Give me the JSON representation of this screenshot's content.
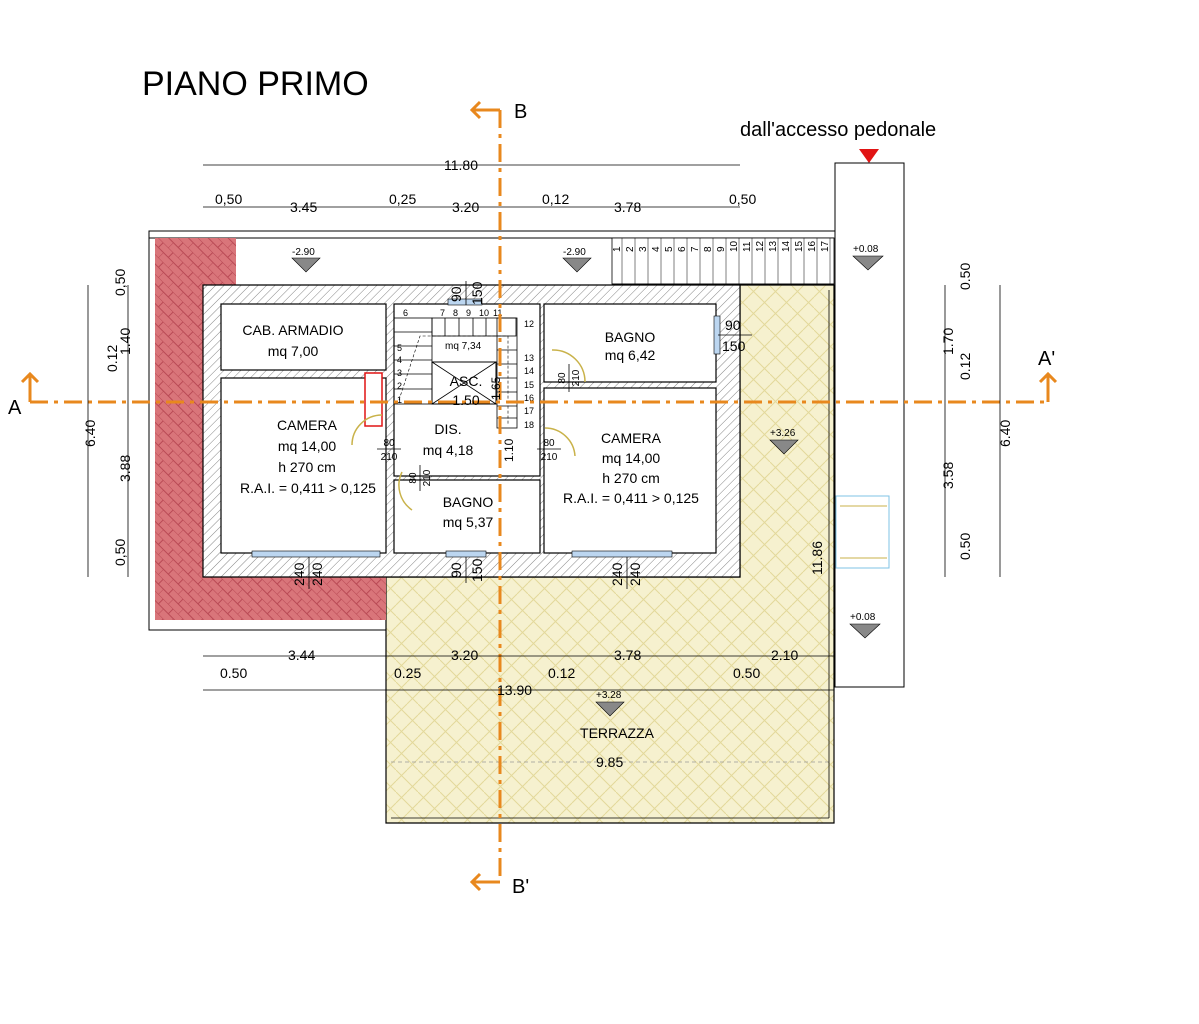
{
  "title": "PIANO PRIMO",
  "access_note": "dall'accesso pedonale",
  "sections": {
    "b_top": "B",
    "b_bottom": "B'",
    "a_left": "A",
    "a_right": "A'"
  },
  "rooms": {
    "cab_armadio": {
      "name": "CAB. ARMADIO",
      "area": "mq 7,00"
    },
    "camera_left": {
      "name": "CAMERA",
      "area": "mq 14,00",
      "height": "h 270 cm",
      "rai": "R.A.I. = 0,411 > 0,125"
    },
    "camera_right": {
      "name": "CAMERA",
      "area": "mq 14,00",
      "height": "h 270 cm",
      "rai": "R.A.I. = 0,411 > 0,125"
    },
    "bagno_top": {
      "name": "BAGNO",
      "area": "mq 6,42"
    },
    "bagno_bottom": {
      "name": "BAGNO",
      "area": "mq 5,37"
    },
    "asc": {
      "name": "ASC.",
      "area": "1.50"
    },
    "dis": {
      "name": "DIS.",
      "area": "mq 4,18"
    },
    "stair": {
      "area": "mq 7,34"
    },
    "terrazza": {
      "name": "TERRAZZA"
    }
  },
  "levels": {
    "l1": "-2.90",
    "l2": "-2.90",
    "l3": "+0.08",
    "l4": "+3.26",
    "l5": "+0.08",
    "l6": "+3.28"
  },
  "dims_top": {
    "total": "11.80",
    "d1": "0,50",
    "d2": "3.45",
    "d3": "0,25",
    "d4": "3.20",
    "d5": "0,12",
    "d6": "3.78",
    "d7": "0,50"
  },
  "dims_bottom": {
    "d1": "3.44",
    "d2": "3.20",
    "d3": "3.78",
    "d4": "2.10",
    "s1": "0.50",
    "s2": "0.25",
    "s3": "0.12",
    "s4": "0.50",
    "total": "13.90",
    "terrace_width": "9.85"
  },
  "dims_left": {
    "total": "6.40",
    "d1": "0,50",
    "d2": "1.40",
    "d3": "0.12",
    "d4": "3.88",
    "d5": "0,50"
  },
  "dims_right": {
    "total": "6.40",
    "d1": "0.50",
    "d2": "1.70",
    "d3": "0.12",
    "d4": "3.58",
    "d5": "0.50"
  },
  "terrace_depth": "11.86",
  "stair_steps": {
    "outer": [
      "1",
      "2",
      "3",
      "4",
      "5",
      "6",
      "7",
      "8",
      "9",
      "10",
      "11",
      "12",
      "13",
      "14",
      "15",
      "16",
      "17"
    ],
    "inner_left": [
      "1",
      "2",
      "3",
      "4",
      "5"
    ],
    "inner_top": [
      "6",
      "7",
      "8",
      "9",
      "10",
      "11"
    ],
    "inner_right": [
      "12",
      "13",
      "14",
      "15",
      "16",
      "17",
      "18"
    ]
  },
  "doors": {
    "d_left": {
      "w": "80",
      "h": "210"
    },
    "d_bath_bottom": {
      "w": "80",
      "h": "210"
    },
    "d_right": {
      "w": "80",
      "h": "210"
    },
    "d_bath_top": {
      "w": "80",
      "h": "210"
    }
  },
  "windows": {
    "w_bath_top": {
      "w": "90",
      "h": "150"
    },
    "w_stair": {
      "w": "90",
      "h": "150"
    },
    "w_bath_bottom": {
      "w": "90",
      "h": "150"
    },
    "w_left": {
      "w": "240",
      "h": "240"
    },
    "w_right": {
      "w": "240",
      "h": "240"
    }
  },
  "asc_dims": {
    "w": "1.65",
    "h": "1.10"
  },
  "colors": {
    "axis": "#e8881e",
    "roof": "#d9757a",
    "terrace": "#f6f1cf",
    "marker_red": "#e11414"
  }
}
